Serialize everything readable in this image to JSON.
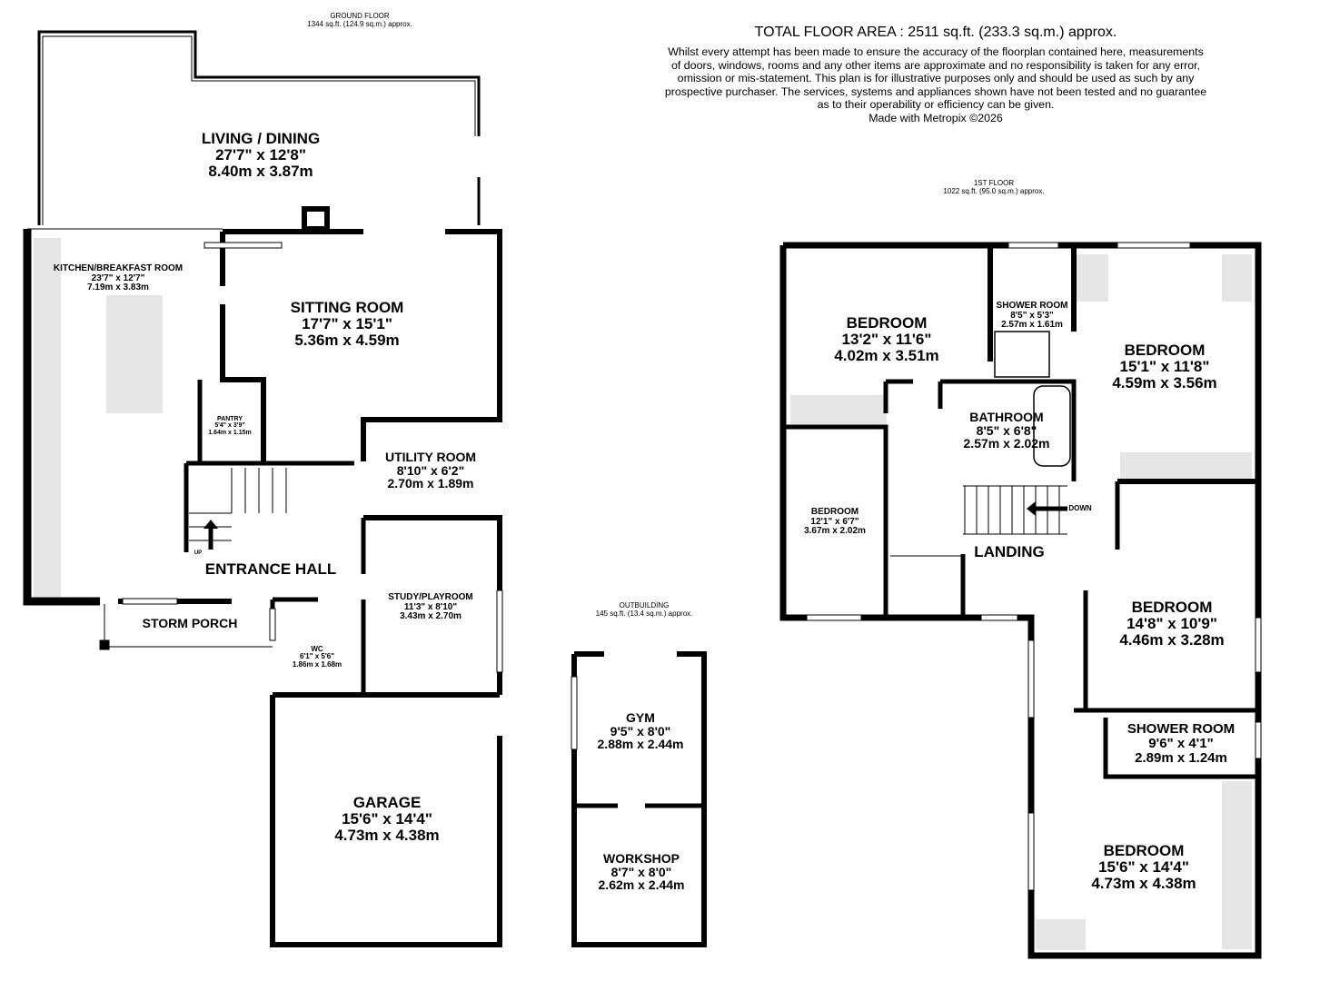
{
  "summary": {
    "total_area": "TOTAL FLOOR AREA : 2511 sq.ft. (233.3 sq.m.) approx.",
    "disclaimer": [
      "Whilst every attempt has been made to ensure the accuracy of the floorplan contained here, measurements",
      "of doors, windows, rooms and any other items are approximate and no responsibility is taken for any error,",
      "omission or mis-statement. This plan is for illustrative purposes only and should be used as such by any",
      "prospective purchaser. The services, systems and appliances shown have not been tested and no guarantee",
      "as to their operability or efficiency can be given.",
      "Made with Metropix ©2026"
    ]
  },
  "floors": {
    "ground": {
      "name": "GROUND FLOOR",
      "area": "1344 sq.ft. (124.9 sq.m.) approx."
    },
    "first": {
      "name": "1ST FLOOR",
      "area": "1022 sq.ft. (95.0 sq.m.) approx."
    },
    "outbuilding": {
      "name": "OUTBUILDING",
      "area": "145 sq.ft. (13.4 sq.m.) approx."
    }
  },
  "rooms": {
    "living": {
      "name": "LIVING / DINING",
      "imperial": "27'7\"  x 12'8\"",
      "metric": "8.40m  x 3.87m"
    },
    "kitchen": {
      "name": "KITCHEN/BREAKFAST ROOM",
      "imperial": "23'7\"  x 12'7\"",
      "metric": "7.19m  x 3.83m"
    },
    "sitting": {
      "name": "SITTING ROOM",
      "imperial": "17'7\"  x 15'1\"",
      "metric": "5.36m  x 4.59m"
    },
    "pantry": {
      "name": "PANTRY",
      "imperial": "5'4\"  x 3'9\"",
      "metric": "1.64m  x 1.15m"
    },
    "utility": {
      "name": "UTILITY ROOM",
      "imperial": "8'10\"  x 6'2\"",
      "metric": "2.70m  x 1.89m"
    },
    "entrance": {
      "name": "ENTRANCE HALL"
    },
    "study": {
      "name": "STUDY/PLAYROOM",
      "imperial": "11'3\"  x 8'10\"",
      "metric": "3.43m  x 2.70m"
    },
    "porch": {
      "name": "STORM PORCH"
    },
    "wc": {
      "name": "WC",
      "imperial": "6'1\"  x 5'6\"",
      "metric": "1.86m  x 1.68m"
    },
    "garage": {
      "name": "GARAGE",
      "imperial": "15'6\"  x 14'4\"",
      "metric": "4.73m  x 4.38m"
    },
    "gym": {
      "name": "GYM",
      "imperial": "9'5\"  x 8'0\"",
      "metric": "2.88m  x 2.44m"
    },
    "workshop": {
      "name": "WORKSHOP",
      "imperial": "8'7\"  x 8'0\"",
      "metric": "2.62m  x 2.44m"
    },
    "bed1": {
      "name": "BEDROOM",
      "imperial": "13'2\"  x 11'6\"",
      "metric": "4.02m  x 3.51m"
    },
    "shower1": {
      "name": "SHOWER ROOM",
      "imperial": "8'5\"  x 5'3\"",
      "metric": "2.57m  x 1.61m"
    },
    "bed2": {
      "name": "BEDROOM",
      "imperial": "15'1\"  x 11'8\"",
      "metric": "4.59m  x 3.56m"
    },
    "bathroom": {
      "name": "BATHROOM",
      "imperial": "8'5\"  x 6'8\"",
      "metric": "2.57m  x 2.02m"
    },
    "bed3": {
      "name": "BEDROOM",
      "imperial": "12'1\"  x 6'7\"",
      "metric": "3.67m  x 2.02m"
    },
    "landing": {
      "name": "LANDING"
    },
    "bed4": {
      "name": "BEDROOM",
      "imperial": "14'8\"  x 10'9\"",
      "metric": "4.46m  x 3.28m"
    },
    "shower2": {
      "name": "SHOWER ROOM",
      "imperial": "9'6\"  x 4'1\"",
      "metric": "2.89m  x 1.24m"
    },
    "bed5": {
      "name": "BEDROOM",
      "imperial": "15'6\"  x 14'4\"",
      "metric": "4.73m  x 4.38m"
    }
  },
  "stairs": {
    "up": "UP",
    "down": "DOWN"
  },
  "colors": {
    "wall": "#000000",
    "fitting": "#e6e6e6"
  }
}
